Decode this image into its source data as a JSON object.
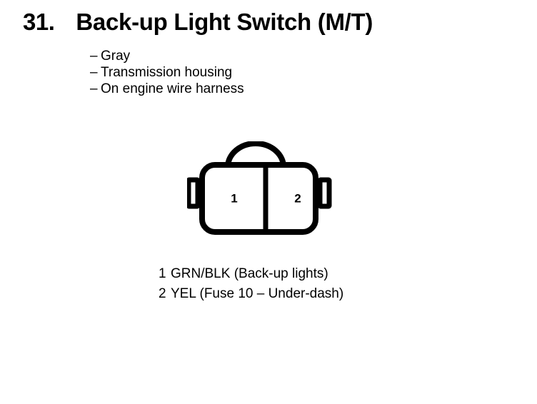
{
  "page": {
    "background_color": "#ffffff",
    "ink_color": "#000000"
  },
  "header": {
    "number": "31.",
    "title": "Back-up Light Switch (M/T)"
  },
  "attributes": {
    "dash": "–",
    "items": [
      {
        "label": "Gray"
      },
      {
        "label": "Transmission housing"
      },
      {
        "label": "On engine wire harness"
      }
    ]
  },
  "connector": {
    "name": "2-pin connector",
    "cavities": [
      {
        "number": "1"
      },
      {
        "number": "2"
      }
    ]
  },
  "legend": {
    "rows": [
      {
        "pin": "1",
        "description": "GRN/BLK (Back-up lights)"
      },
      {
        "pin": "2",
        "description": "YEL (Fuse 10 – Under-dash)"
      }
    ]
  }
}
